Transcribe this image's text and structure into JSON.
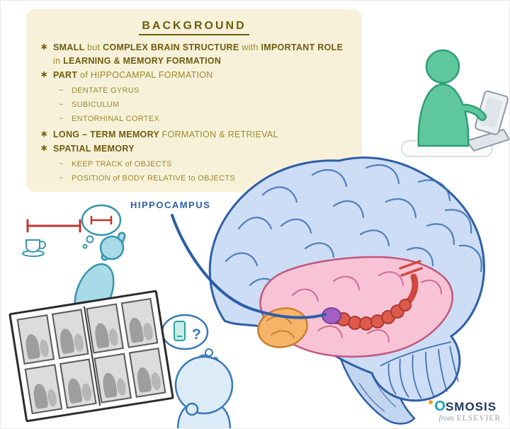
{
  "palette": {
    "panel_bg": "#f8f1da",
    "text_olive_bold": "#6e5c0e",
    "text_olive": "#9a8a2c",
    "label_blue": "#2b5ea9",
    "brain_fill": "#ccddf5",
    "brain_outline": "#2d5fa7",
    "temporal_pink": "#f9c3d6",
    "pink_outline": "#c2567e",
    "orange_region": "#f6b469",
    "hippocampus_red": "#e05a4c",
    "hippocampus_purple": "#a55fc5",
    "character_green": "#5ec79d",
    "character_teal": "#a6dbe7",
    "character_blue": "#dcebf8",
    "red_accent": "#c2342e",
    "logo_teal": "#14a5b8",
    "logo_navy": "#20365c",
    "elsevier_gray": "#9aa0a8"
  },
  "background": {
    "title": "BACKGROUND",
    "items": [
      {
        "marker": "∗",
        "indent": 0,
        "segments": [
          {
            "text": "SMALL ",
            "bold": true
          },
          {
            "text": "but ",
            "bold": false
          },
          {
            "text": "COMPLEX BRAIN STRUCTURE ",
            "bold": true
          },
          {
            "text": "with ",
            "bold": false
          },
          {
            "text": "IMPORTANT ROLE",
            "bold": true
          }
        ]
      },
      {
        "marker": "",
        "indent": 0,
        "segments": [
          {
            "text": "in ",
            "bold": false
          },
          {
            "text": "LEARNING & MEMORY FORMATION",
            "bold": true
          }
        ]
      },
      {
        "marker": "∗",
        "indent": 0,
        "segments": [
          {
            "text": "PART ",
            "bold": true
          },
          {
            "text": "of ",
            "bold": false
          },
          {
            "text": "HIPPOCAMPAL FORMATION",
            "bold": false
          }
        ]
      },
      {
        "marker": "~",
        "indent": 1,
        "segments": [
          {
            "text": "DENTATE GYRUS",
            "bold": false
          }
        ]
      },
      {
        "marker": "~",
        "indent": 1,
        "segments": [
          {
            "text": "SUBICULUM",
            "bold": false
          }
        ]
      },
      {
        "marker": "~",
        "indent": 1,
        "segments": [
          {
            "text": "ENTORHINAL CORTEX",
            "bold": false
          }
        ]
      },
      {
        "marker": "∗",
        "indent": 0,
        "segments": [
          {
            "text": "LONG – TERM MEMORY ",
            "bold": true
          },
          {
            "text": "FORMATION & RETRIEVAL",
            "bold": false
          }
        ]
      },
      {
        "marker": "∗",
        "indent": 0,
        "segments": [
          {
            "text": "SPATIAL MEMORY",
            "bold": true
          }
        ]
      },
      {
        "marker": "~",
        "indent": 1,
        "segments": [
          {
            "text": "KEEP TRACK of OBJECTS",
            "bold": false
          }
        ]
      },
      {
        "marker": "~",
        "indent": 1,
        "segments": [
          {
            "text": "POSITION of BODY RELATIVE to OBJECTS",
            "bold": false
          }
        ]
      }
    ]
  },
  "labels": {
    "hippocampus": "HIPPOCAMPUS"
  },
  "thought": {
    "question_mark": "?"
  },
  "logo": {
    "initial": "O",
    "rest": "SMOSIS",
    "from": "from",
    "brand": "ELSEVIER"
  }
}
